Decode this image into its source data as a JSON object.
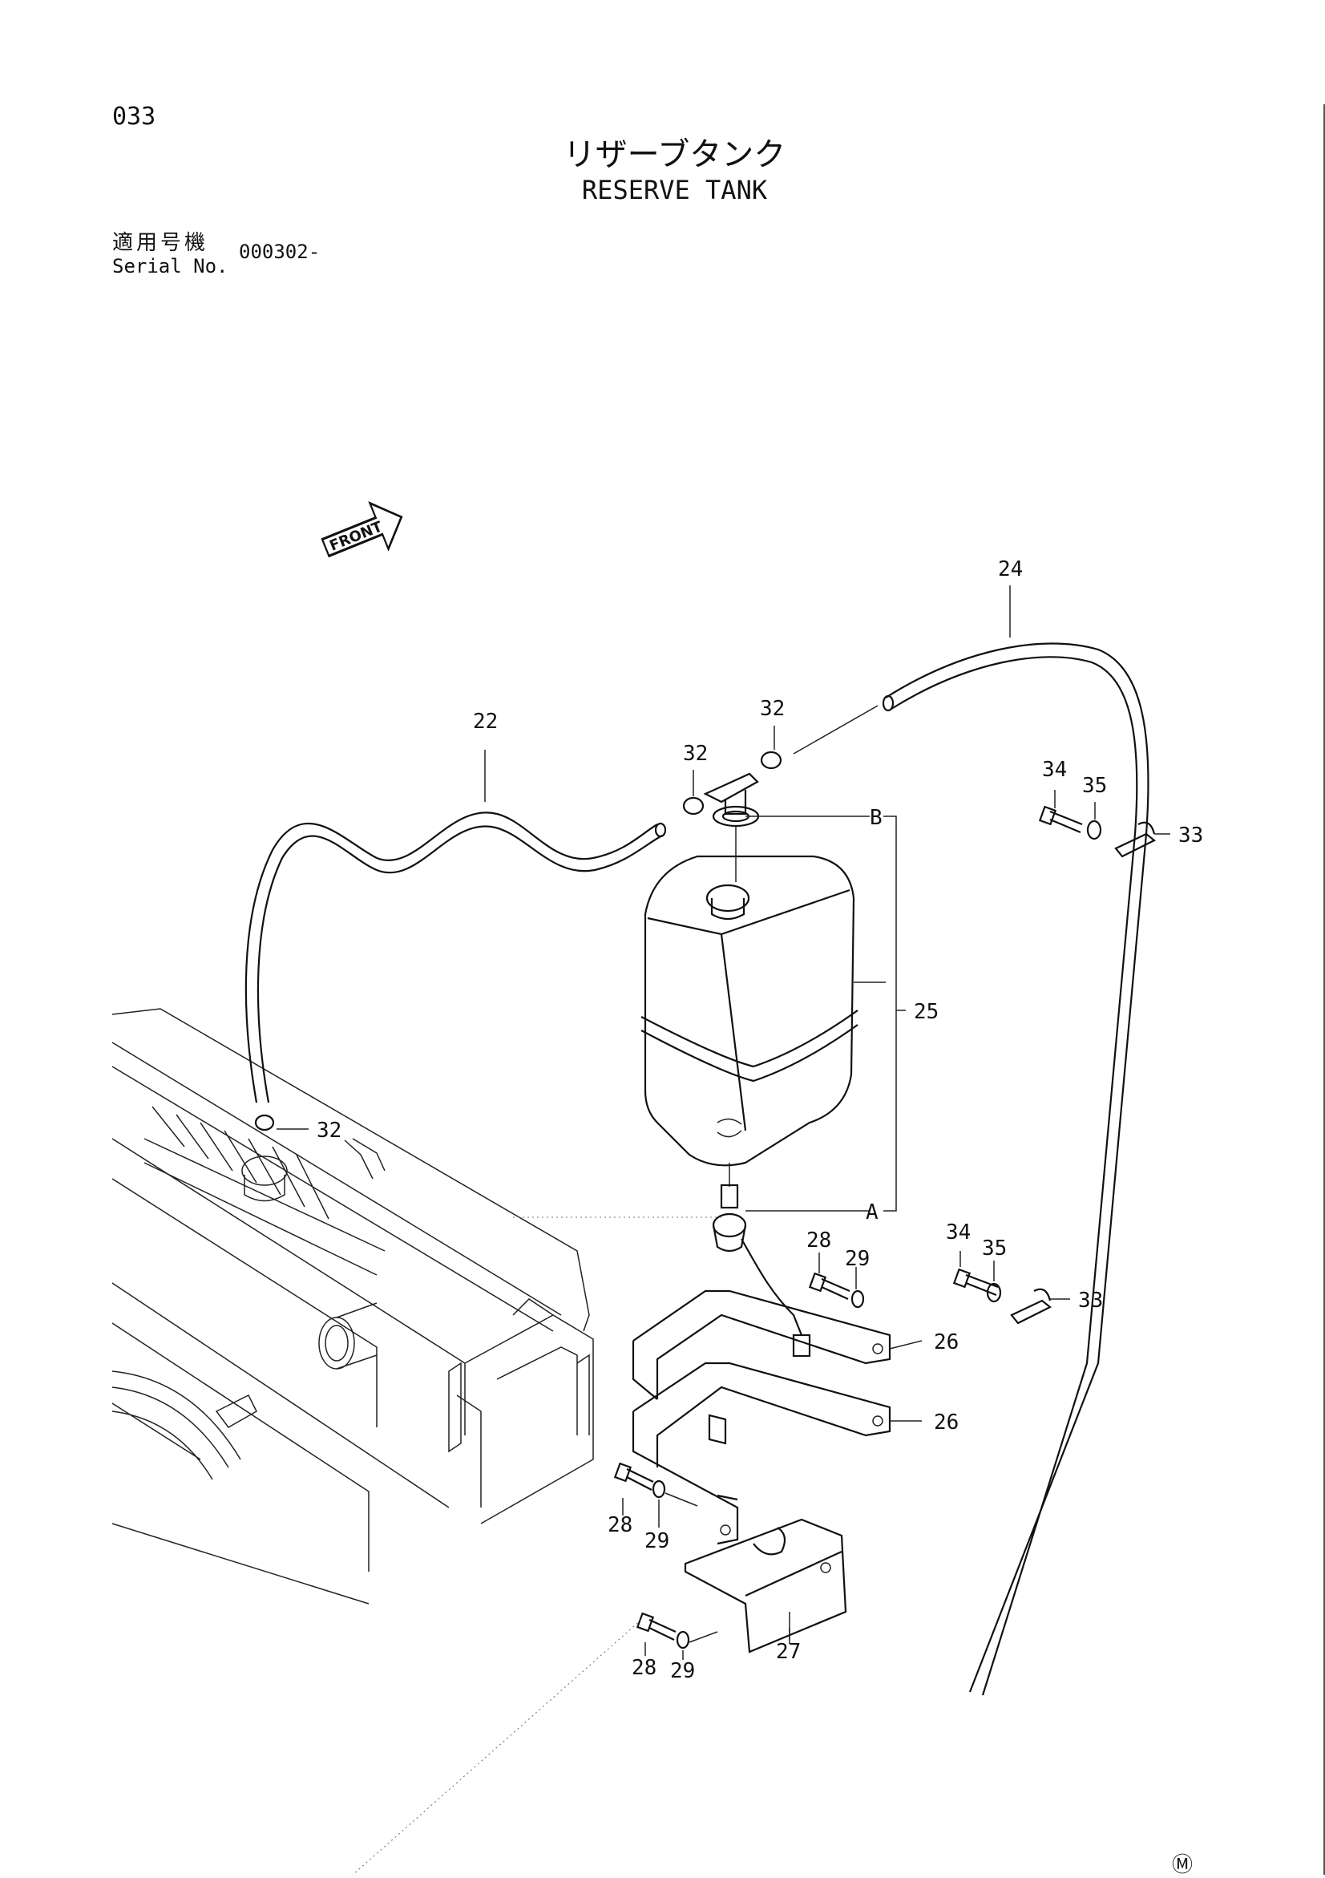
{
  "header": {
    "page_number": "033",
    "title_jp": "リザーブタンク",
    "title_en": "RESERVE TANK",
    "serial_label_jp": "適用号機",
    "serial_label_en": "Serial No.",
    "serial_value": "000302-"
  },
  "front_arrow_label": "FRONT",
  "callouts": {
    "c22": "22",
    "c24": "24",
    "c25": "25",
    "c26a": "26",
    "c26b": "26",
    "c27": "27",
    "c28a": "28",
    "c28b": "28",
    "c28c": "28",
    "c29a": "29",
    "c29b": "29",
    "c29c": "29",
    "c32a": "32",
    "c32b": "32",
    "c32c": "32",
    "c33a": "33",
    "c33b": "33",
    "c34a": "34",
    "c34b": "34",
    "c35a": "35",
    "c35b": "35",
    "refA": "A",
    "refB": "B"
  },
  "footer_mark": "Ⓜ"
}
